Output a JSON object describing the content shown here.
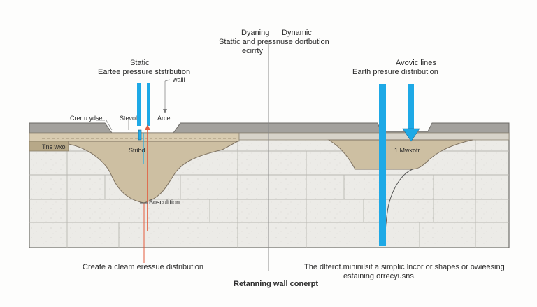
{
  "header": {
    "dyn_word1": "Dyaning",
    "dyn_word2": "Dynamic",
    "dyn_title": "Stattic and pressnuse dortbution",
    "dyn_sub": "ecirrty"
  },
  "left_panel": {
    "title1": "Static",
    "title2": "Eartee pressure ststrbution",
    "wall_tag": "walll",
    "ground_tag": "Crertu ydse",
    "stevol_tag": "Stevol",
    "arce_tag": "Arce",
    "layer_tag": "Tns wxo",
    "stribd_tag": "Stribd",
    "bosc_tag": "Bosculttion",
    "caption": "Create a cleam eressue distribution"
  },
  "right_panel": {
    "title1": "Avovic lines",
    "title2": "Earth presure distribution",
    "layer_tag": "1 Mwkotr",
    "caption1": "The dlferot.mininilsit a simplic lncor or shapes or owieesing",
    "caption2": "estaining orrecyusns."
  },
  "footer": {
    "title": "Retanning wall conerpt"
  },
  "colors": {
    "blue": "#1ea9e6",
    "red": "#e35b3c",
    "soil": "#cdbfa2",
    "slab": "#9c9a96",
    "block": "#ebe9e4"
  }
}
